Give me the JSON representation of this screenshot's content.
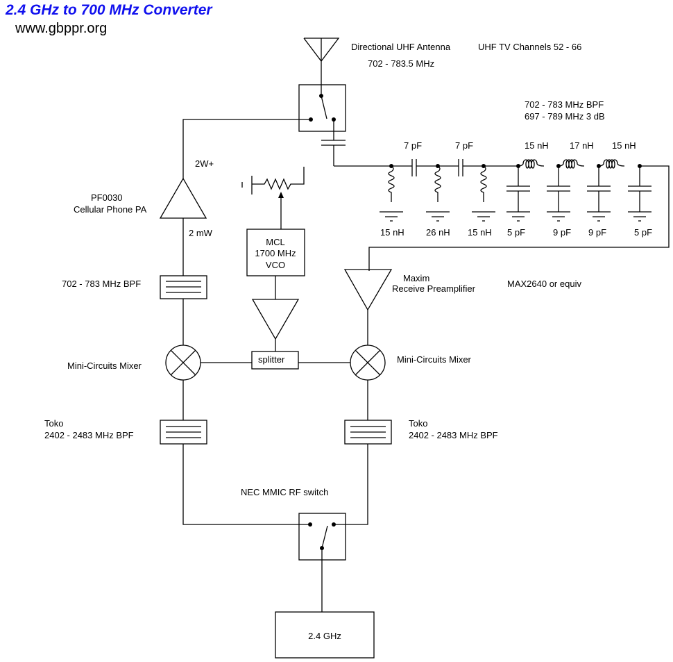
{
  "title": "2.4 GHz to 700 MHz Converter",
  "website": "www.gbppr.org",
  "colors": {
    "title": "#1010ee",
    "lines": "#000000",
    "background": "#ffffff"
  },
  "labels": {
    "antenna": "Directional UHF Antenna",
    "antenna_band": "702 - 783.5 MHz",
    "tv_channels": "UHF TV Channels 52 - 66",
    "bpf_title_1": "702 - 783 MHz BPF",
    "bpf_title_2": "697 - 789 MHz 3 dB",
    "pa_power_out": "2W+",
    "pa_name_1": "PF0030",
    "pa_name_2": "Cellular Phone PA",
    "pa_power_in": "2 mW",
    "vco_1": "MCL",
    "vco_2": "1700 MHz",
    "vco_3": "VCO",
    "tx_bpf": "702 - 783 MHz BPF",
    "preamp_1": "Maxim",
    "preamp_2": "Receive Preamplifier",
    "preamp_part": "MAX2640 or equiv",
    "mixer_left": "Mini-Circuits Mixer",
    "mixer_right": "Mini-Circuits Mixer",
    "splitter": "splitter",
    "toko_left_1": "Toko",
    "toko_left_2": "2402 - 2483 MHz BPF",
    "toko_right_1": "Toko",
    "toko_right_2": "2402 - 2483 MHz BPF",
    "rf_switch": "NEC MMIC RF switch",
    "source": "2.4 GHz"
  },
  "filter_components": {
    "series_caps": [
      "7 pF",
      "7 pF"
    ],
    "series_inductors": [
      "15 nH",
      "17 nH",
      "15 nH"
    ],
    "shunt_inductors": [
      "15 nH",
      "26 nH",
      "15 nH"
    ],
    "shunt_caps": [
      "5 pF",
      "9 pF",
      "9 pF",
      "5 pF"
    ]
  }
}
